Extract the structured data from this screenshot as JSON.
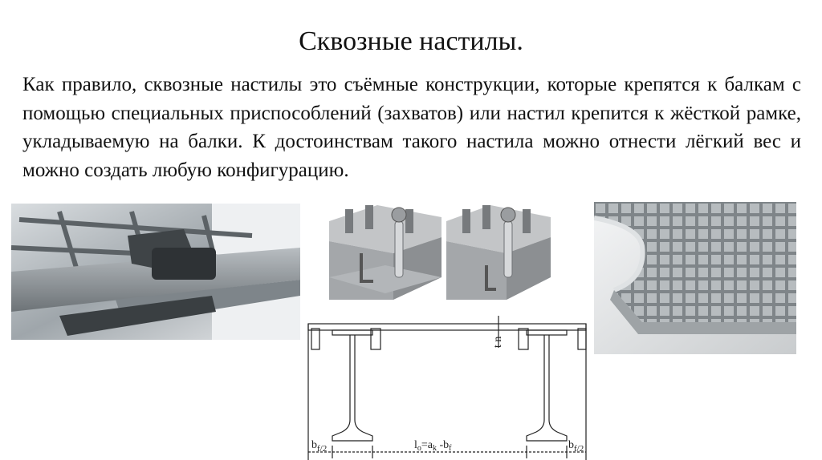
{
  "slide": {
    "title": "Сквозные настилы.",
    "paragraph": "Как правило, сквозные настилы это съёмные конструкции, которые крепятся к балкам с помощью специальных приспособлений (захватов) или настил крепится к жёсткой рамке, укладываемую на балки. К достоинствам такого настила можно отнести лёгкий вес и можно создать любую конфигурацию."
  },
  "drawing": {
    "label_thickness": "t n",
    "label_left_b": "b",
    "label_left_sub": "f/2",
    "label_center_l": "l",
    "label_center_l_sub": "o",
    "label_center_eq": "=a",
    "label_center_a_sub": "k",
    "label_center_minus": " -b",
    "label_center_b_sub": "f",
    "label_right_b": "b",
    "label_right_sub": "f/2"
  }
}
